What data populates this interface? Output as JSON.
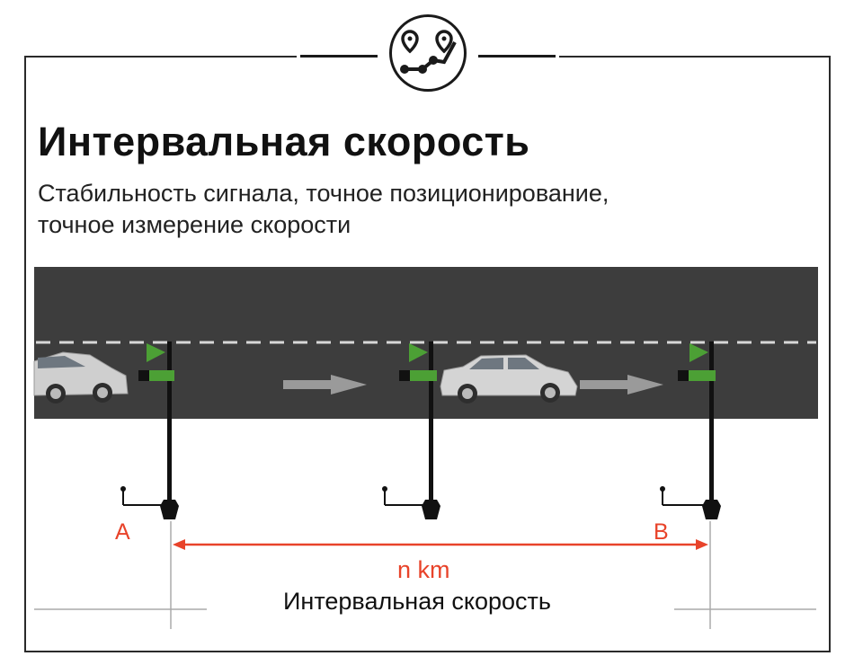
{
  "header": {
    "title": "Интервальная скорость",
    "subtitle_line1": "Стабильность сигнала, точное позиционирование,",
    "subtitle_line2": "точное измерение скорости"
  },
  "logo": {
    "icon": "route-pins-icon"
  },
  "diagram": {
    "point_a": "A",
    "point_b": "B",
    "distance_label": "n km",
    "caption": "Интервальная скорость"
  },
  "colors": {
    "measure": "#e8432a",
    "flag": "#5fb33a",
    "road": "#3d3d3d"
  }
}
